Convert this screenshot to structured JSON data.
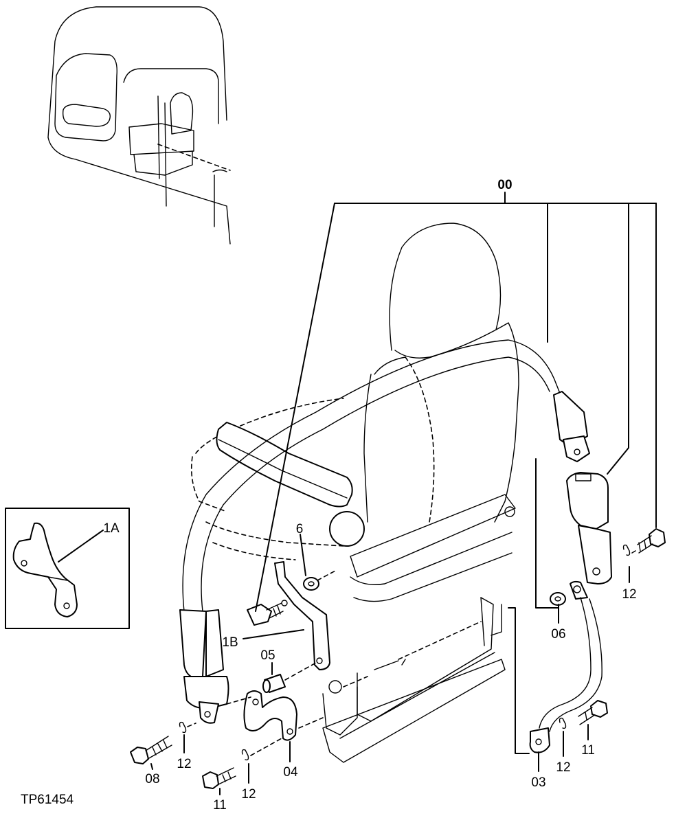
{
  "figure_id": "TP61454",
  "callouts": {
    "c00": "00",
    "c1A": "1A",
    "c6": "6",
    "c1B": "1B",
    "c05": "05",
    "c06": "06",
    "c12_right": "12",
    "c12_bottom_left": "12",
    "c12_bottom_mid": "12",
    "c12_bottom_right": "12",
    "c08": "08",
    "c11_left": "11",
    "c11_right": "11",
    "c04": "04",
    "c03": "03"
  }
}
